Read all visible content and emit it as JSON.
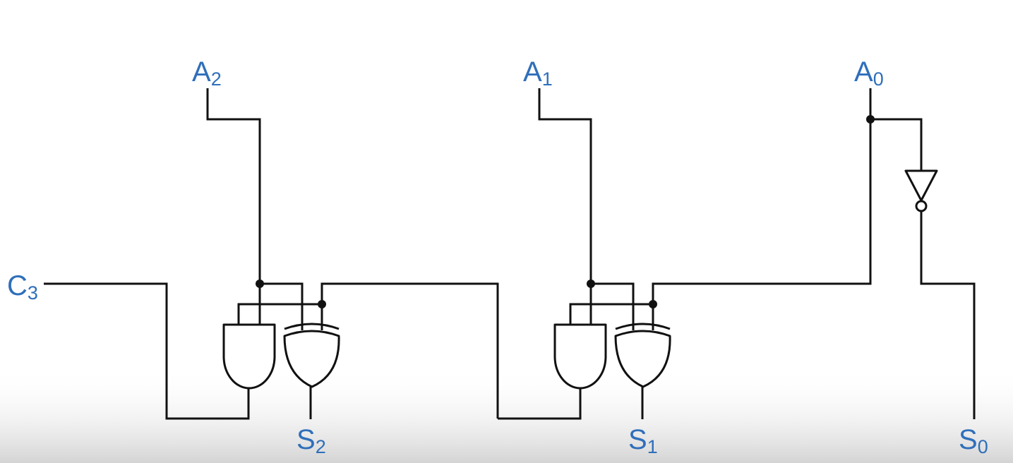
{
  "colors": {
    "label": "#2f6fba",
    "wire": "#111111",
    "background": "#ffffff"
  },
  "labels": {
    "a2": {
      "base": "A",
      "sub": "2"
    },
    "a1": {
      "base": "A",
      "sub": "1"
    },
    "a0": {
      "base": "A",
      "sub": "0"
    },
    "c3": {
      "base": "C",
      "sub": "3"
    },
    "s2": {
      "base": "S",
      "sub": "2"
    },
    "s1": {
      "base": "S",
      "sub": "1"
    },
    "s0": {
      "base": "S",
      "sub": "0"
    }
  },
  "components": {
    "and_gates": 2,
    "xor_gates": 2,
    "not_gates": 1
  }
}
